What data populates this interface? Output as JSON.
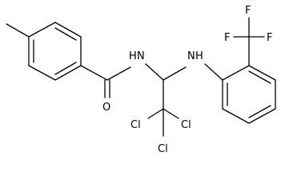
{
  "molecule": {
    "atoms": {
      "amide_nh": "H",
      "amide_n": "N",
      "amine_nh": "H",
      "amine_n": "N",
      "carbonyl_o": "O",
      "cl_left": "Cl",
      "cl_right": "Cl",
      "cl_bottom": "Cl",
      "f_top": "F",
      "f_left": "F",
      "f_right": "F"
    }
  }
}
